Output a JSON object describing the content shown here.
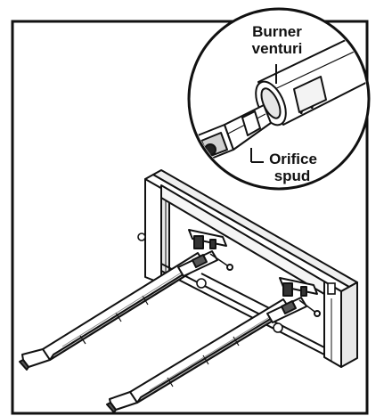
{
  "callout": {
    "burner_line1": "Burner",
    "burner_line2": "venturi",
    "orifice_line1": "Orifice",
    "orifice_line2": "spud"
  },
  "colors": {
    "ink": "#111111",
    "fill": "#ffffff",
    "shade": "#dcdcdc",
    "dark": "#444444"
  }
}
